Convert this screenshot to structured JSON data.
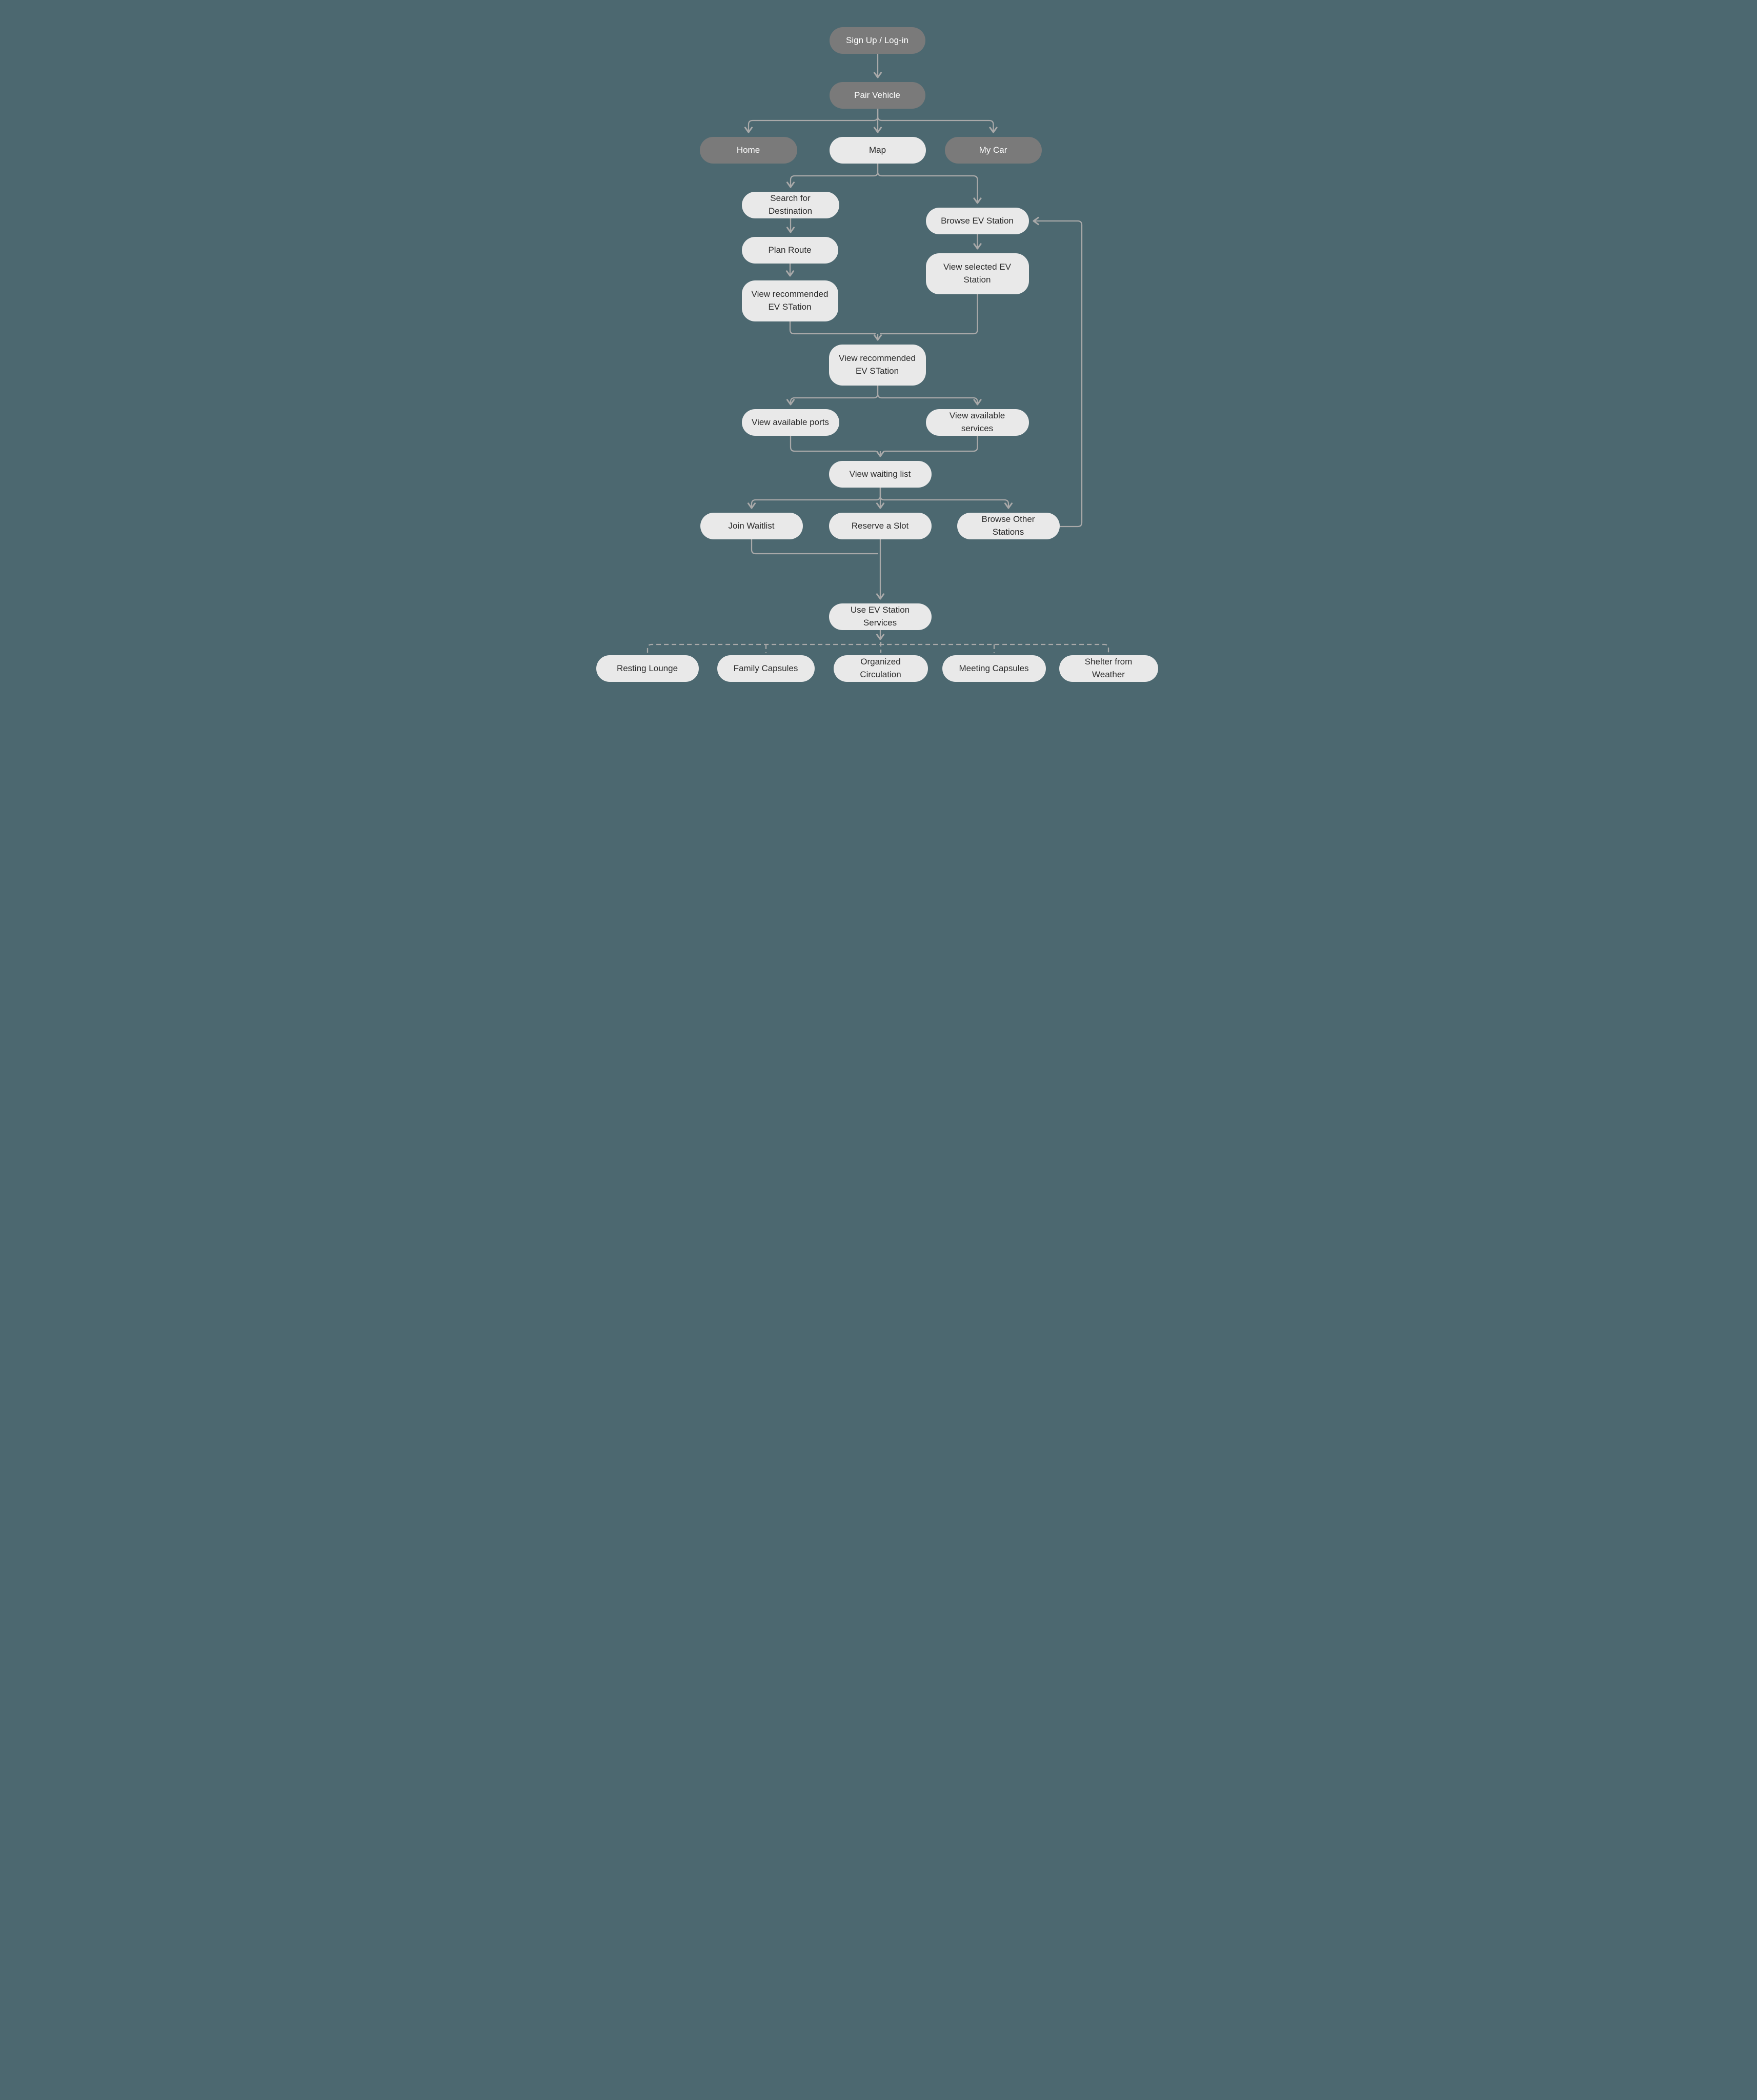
{
  "diagram": {
    "colors": {
      "bg": "#4C6870",
      "dark_node": "#7A7A7A",
      "light_node": "#E9E9E9",
      "dark_text": "#FFFFFF",
      "light_text": "#2B2B2B",
      "connector": "#A9A9A9"
    },
    "nodes": [
      {
        "id": "signup",
        "label": "Sign Up / Log-in",
        "style": "dark"
      },
      {
        "id": "pair",
        "label": "Pair Vehicle",
        "style": "dark"
      },
      {
        "id": "home",
        "label": "Home",
        "style": "dark"
      },
      {
        "id": "map",
        "label": "Map",
        "style": "light"
      },
      {
        "id": "mycar",
        "label": "My Car",
        "style": "dark"
      },
      {
        "id": "search",
        "label": "Search for Destination",
        "style": "light"
      },
      {
        "id": "browse",
        "label": "Browse EV Station",
        "style": "light"
      },
      {
        "id": "plan",
        "label": "Plan Route",
        "style": "light"
      },
      {
        "id": "selected",
        "label": "View selected EV Station",
        "style": "light"
      },
      {
        "id": "recleft",
        "label": "View recommended EV STation",
        "style": "light"
      },
      {
        "id": "recmid",
        "label": "View recommended EV STation",
        "style": "light"
      },
      {
        "id": "ports",
        "label": "View available ports",
        "style": "light"
      },
      {
        "id": "services",
        "label": "View available services",
        "style": "light"
      },
      {
        "id": "waiting",
        "label": "View waiting list",
        "style": "light"
      },
      {
        "id": "join",
        "label": "Join Waitlist",
        "style": "light"
      },
      {
        "id": "reserve",
        "label": "Reserve a Slot",
        "style": "light"
      },
      {
        "id": "other",
        "label": "Browse Other Stations",
        "style": "light"
      },
      {
        "id": "use",
        "label": "Use EV Station Services",
        "style": "light"
      },
      {
        "id": "resting",
        "label": "Resting Lounge",
        "style": "light"
      },
      {
        "id": "family",
        "label": "Family Capsules",
        "style": "light"
      },
      {
        "id": "organized",
        "label": "Organized Circulation",
        "style": "light"
      },
      {
        "id": "meeting",
        "label": "Meeting Capsules",
        "style": "light"
      },
      {
        "id": "shelter",
        "label": "Shelter from Weather",
        "style": "light"
      }
    ]
  }
}
